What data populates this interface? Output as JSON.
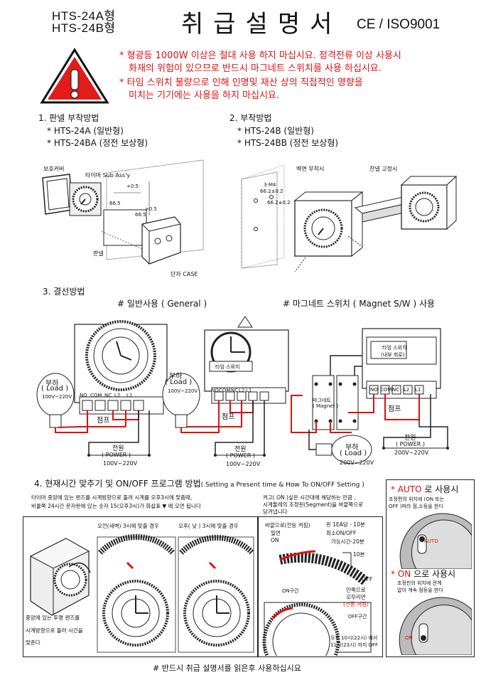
{
  "header": {
    "model_a": "HTS-24A형",
    "model_b": "HTS-24B형",
    "title": "취급설명서",
    "cert": "CE / ISO9001"
  },
  "warnings": {
    "line1": "* 형광등 1000W 이상은 절대 사용 하지 마십시요.  정격전류 이상 사용시",
    "line2": "화재의 위험이 있으므로 반드시 마그네트 스위치를 사용 하십시요.",
    "line3": "* 타임 스위치 불량으로 인해 인명및 재산 상의 직접적인 영향을",
    "line4": "미치는 기기에는 사용을 하지 마십시요."
  },
  "section1": {
    "heading": "1. 판넬 부착방법",
    "item1": "* HTS-24A (일반형)",
    "item2": "* HTS-24BA (정전 보상형)",
    "label_cover": "보호커버",
    "label_timer": "타이머 Sub Ass'y",
    "label_panel": "판넬",
    "label_case": "단자 CASE",
    "dim1": "+0.5",
    "dim2": "66.5",
    "dim3": "66.5",
    "dim4": "+0.5"
  },
  "section2": {
    "heading": "2. 부착방법",
    "item1": "* HTS-24B (일반형)",
    "item2": "* HTS-24BB (정전 보상형)",
    "label_wall": "벽면 부착시",
    "label_rail": "찬넬 고정시",
    "dim1": "3-M4",
    "dim2": "66.2±0.2",
    "dim3": "66.2±0.2"
  },
  "section3": {
    "heading": "3.  결선방법",
    "general": "#  일반사용 ( General )",
    "magnet": "#  마그네트 스위치 ( Magnet S/W ) 사용",
    "load_ko": "부하",
    "load_en": "( Load )",
    "load_rating": "100V~220V",
    "load_rating2": "200V~220V",
    "terminals": [
      "NO",
      "COM",
      "NC",
      "L2",
      "L1"
    ],
    "jumper": "점프",
    "power_ko": "전원",
    "power_en": "( POWER )",
    "power_rating": "100V~220V",
    "power_rating2": "200V~220V",
    "timer_label": "타임 스위치",
    "timer_label2": "타임 스위치",
    "timer_sub": "(내부 회로)",
    "magnet_label": "마그네트",
    "magnet_sub": "( Magnet )"
  },
  "section4": {
    "heading": "4. 현재시간 맞추기 및 ON/OFF 프로그램 방법",
    "heading_en": "( Setting a Present time & How To ON/OFF Setting )",
    "desc1": "타이머 중앙에 있는 렌즈를 시계방향으로 돌려 시계를 오후3시에 맞춤때,",
    "desc2": "비율쪽 24시간 문자판에 있는 숫자 15(오후3시)가 화살표 ▼ 에 오면 됩니다",
    "desc3": "켜고( ON )싶은 시간대에 해당하는 만큼 ,",
    "desc4": "시계둘레의 조정핀(Segment)을 바깥쪽으로",
    "desc5": "당겨냅니다",
    "am_label": "오전(새벽) 3시에 맞출 경우",
    "pm_label": "오후( 낮 ) 3시에 맞출 경우",
    "lens_note1": "중앙에 있는 투명 렌즈를",
    "lens_note2": "시계방향으로 돌려 시간을",
    "lens_note3": "맞춘다",
    "on_note1": "바깥으로(전등 켜짐)",
    "on_note2": "밀면",
    "on_note3": "ON",
    "pin_note1": "핀 1EA당 - 10분",
    "pin_note2": "최소ON/OFF",
    "pin_note3": "가능시간-20분",
    "ten_min": "10분",
    "off_note1": "OFF",
    "off_note2": "안쪽으로",
    "off_note3": "오무리면",
    "off_note4": "(전등 꺼짐)",
    "on_mark": "ON구간",
    "off_mark": "OFF구간",
    "example1": "오후 10시(22시) 에서",
    "example2": "11시(23시) 까지 OFF",
    "auto_title_a": "* AUTO",
    "auto_title_b": " 로 사용시",
    "auto_desc1": "조정편의 위치에 (ON 또는",
    "auto_desc2": "OFF )따라 점,소등을 한다",
    "on_title_a": "* ON",
    "on_title_b": " 으로 사용시",
    "on_desc1": "조정핀의 위치에 관계",
    "on_desc2": "없이 계속 점등을 한다",
    "auto_word": "AUTO",
    "on_word": "ON"
  },
  "footer": "# 반드시 취급 설명서를 읽은후 사용하십시요",
  "colors": {
    "accent_red": "#d11111"
  }
}
